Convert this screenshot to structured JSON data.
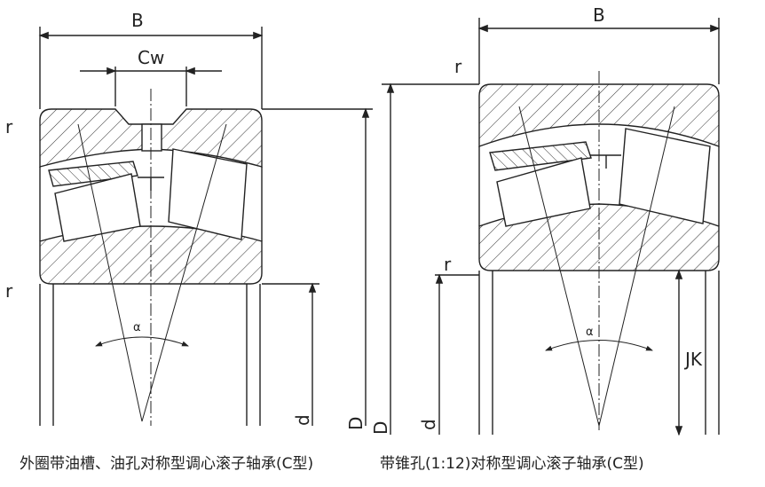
{
  "left_figure": {
    "labels": {
      "width": "B",
      "groove_width": "Cw",
      "chamfer_top": "r",
      "chamfer_bottom": "r",
      "contact_angle": "α",
      "outer_diameter": "D",
      "bore": "d"
    },
    "caption": "外圈带油槽、油孔对称型调心滚子轴承(C型)"
  },
  "right_figure": {
    "labels": {
      "width": "B",
      "chamfer_top": "r",
      "chamfer_bottom": "r",
      "contact_angle": "α",
      "outer_diameter": "D",
      "bore": "d",
      "taper_dim": "JK"
    },
    "caption": "带锥孔(1:12)对称型调心滚子轴承(C型)"
  },
  "colors": {
    "line": "#222222",
    "background": "#ffffff"
  }
}
